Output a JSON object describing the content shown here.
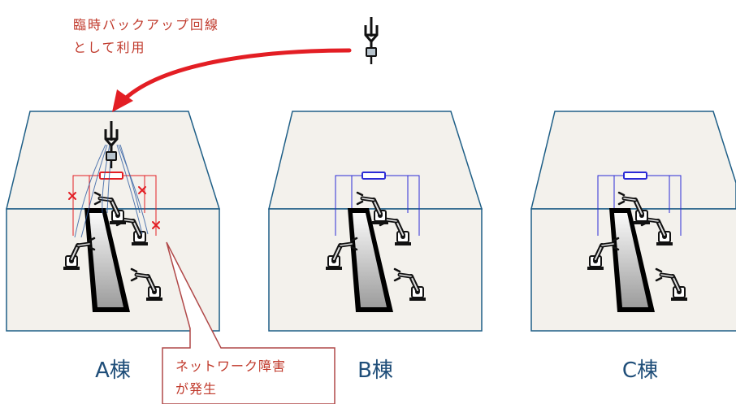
{
  "annotations": {
    "backup_line_1": "臨時バックアップ回線",
    "backup_line_2": "として利用",
    "failure_line_1": "ネットワーク障害",
    "failure_line_2": "が発生"
  },
  "buildings": [
    {
      "label": "A棟",
      "status": "failure"
    },
    {
      "label": "B棟",
      "status": "normal"
    },
    {
      "label": "C棟",
      "status": "normal"
    }
  ],
  "colors": {
    "arrow": "#e31e24",
    "building_fill": "#f3f1ec",
    "building_stroke": "#1f5f87",
    "link_normal": "#2b2bd6",
    "link_failure": "#e31e24",
    "label": "#1f4e79",
    "callout_stroke": "#b04848",
    "annotation_text": "#c0392b"
  },
  "icons": {
    "antenna": "antenna-icon",
    "switch": "network-switch-icon",
    "robot_arm": "robot-arm-icon",
    "conveyor": "conveyor-icon",
    "failure_mark": "x-mark-icon"
  }
}
